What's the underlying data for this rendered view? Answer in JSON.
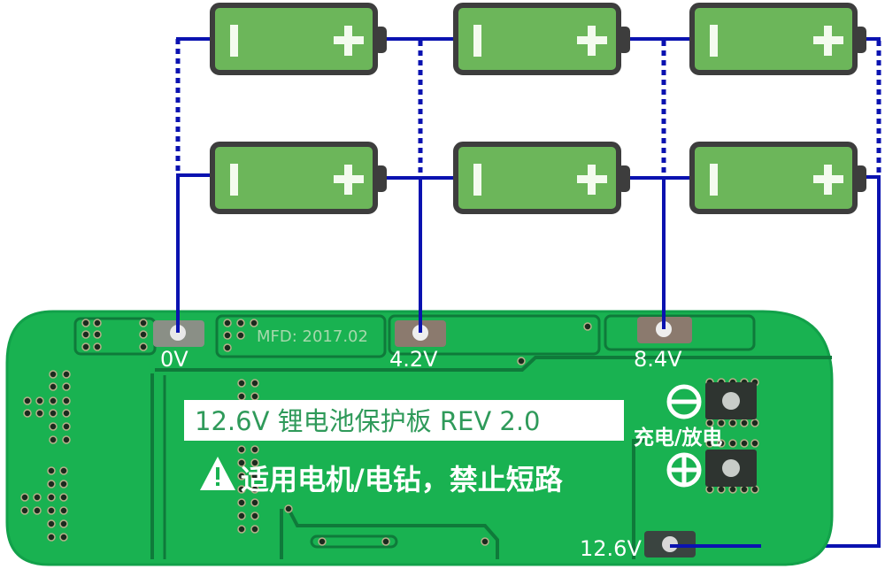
{
  "diagram": {
    "title": "3S 12.6V Li-ion BMS wiring",
    "colors": {
      "wire": "#0a12b0",
      "battery_fill": "#6cb65a",
      "battery_border": "#3d3d3d",
      "pcb": "#19b251",
      "pcb_trace": "#0f7a3a",
      "silk": "#ffffff"
    },
    "batteries": {
      "rows": 2,
      "groups": 3,
      "negative_symbol": "I",
      "positive_symbol": "+"
    },
    "board": {
      "title_label": "12.6V 锂电池保护板 REV 2.0",
      "warning_text": "适用电机/电钻，禁止短路",
      "date_code": "MFD: 2017.02",
      "charge_discharge_label": "充电/放电",
      "minus_symbol": "minus",
      "plus_symbol": "plus",
      "pads": [
        {
          "id": "b0",
          "label": "0V"
        },
        {
          "id": "b1",
          "label": "4.2V"
        },
        {
          "id": "b2",
          "label": "8.4V"
        },
        {
          "id": "b3",
          "label": "12.6V"
        }
      ]
    }
  }
}
